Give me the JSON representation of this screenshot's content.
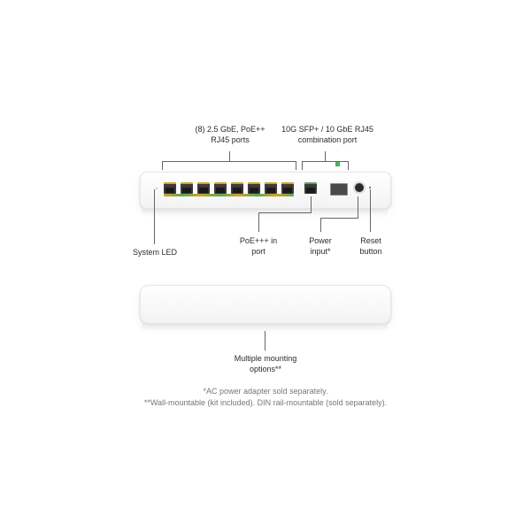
{
  "labels": {
    "ports_rj45": "(8) 2.5 GbE, PoE++\nRJ45 ports",
    "sfp_combo": "10G SFP+ / 10 GbE RJ45\ncombination port",
    "system_led": "System LED",
    "poe_in": "PoE+++ in\nport",
    "power_input": "Power\ninput*",
    "reset_button": "Reset\nbutton",
    "mounting": "Multiple mounting\noptions**"
  },
  "footnotes": {
    "ac_adapter": "*AC power adapter sold separately.",
    "wall_mount": "**Wall-mountable (kit included). DIN rail-mountable (sold separately)."
  },
  "colors": {
    "port_led_amber": "#d4a22a",
    "port_led_green": "#5aa85a",
    "sfp_indicator": "#4caf50"
  }
}
